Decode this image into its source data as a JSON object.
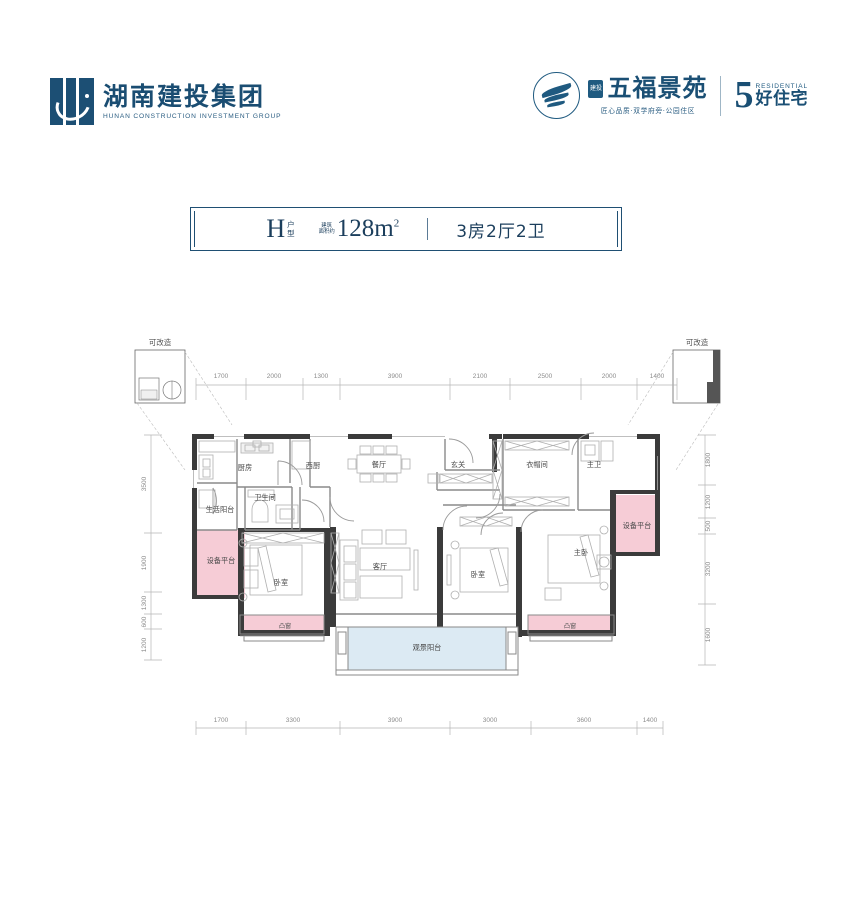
{
  "header": {
    "left_logo": {
      "icon": "hunan-construction-logo-icon",
      "cn_name": "湖南建投集团",
      "en_name": "HUNAN CONSTRUCTION INVESTMENT GROUP"
    },
    "right_logo": {
      "icon": "wufu-jingyuan-wave-icon",
      "badge": "建投",
      "project_name": "五福景苑",
      "tagline": "匠心品质·双学府旁·公园住区",
      "five_number": "5",
      "five_en": "RESIDENTIAL",
      "five_cn": "好住宅"
    },
    "brand_color": "#1a4f74"
  },
  "title": {
    "unit_letter": "H",
    "unit_type_label_1": "户",
    "unit_type_label_2": "型",
    "area_label_1": "建筑",
    "area_label_2": "面积约",
    "area_value": "128m",
    "area_unit_sup": "2",
    "rooms": "3房2厅2卫"
  },
  "callouts": {
    "left": "可改造",
    "right": "可改造"
  },
  "dimensions": {
    "top": [
      "1700",
      "2000",
      "1300",
      "3900",
      "2100",
      "2500",
      "2000",
      "1400"
    ],
    "bottom": [
      "1700",
      "3300",
      "3900",
      "3000",
      "3600",
      "1400"
    ],
    "left": [
      "3500",
      "1900",
      "1300",
      "600",
      "1200"
    ],
    "right": [
      "1800",
      "1200",
      "500",
      "3200",
      "1600"
    ]
  },
  "rooms": [
    {
      "name": "厨房",
      "key": "kitchen"
    },
    {
      "name": "西厨",
      "key": "western-kitchen"
    },
    {
      "name": "卫生间",
      "key": "bathroom"
    },
    {
      "name": "生活阳台",
      "key": "service-balcony"
    },
    {
      "name": "餐厅",
      "key": "dining-room"
    },
    {
      "name": "玄关",
      "key": "entry-foyer"
    },
    {
      "name": "衣帽间",
      "key": "walk-in-closet"
    },
    {
      "name": "主卫",
      "key": "master-bathroom"
    },
    {
      "name": "设备平台",
      "key": "equipment-platform-left"
    },
    {
      "name": "设备平台",
      "key": "equipment-platform-right"
    },
    {
      "name": "卧室",
      "key": "bedroom-left"
    },
    {
      "name": "客厅",
      "key": "living-room"
    },
    {
      "name": "卧室",
      "key": "bedroom-mid"
    },
    {
      "name": "主卧",
      "key": "master-bedroom"
    },
    {
      "name": "凸窗",
      "key": "bay-window-left"
    },
    {
      "name": "凸窗",
      "key": "bay-window-right"
    },
    {
      "name": "观景阳台",
      "key": "scenic-balcony"
    }
  ],
  "colors": {
    "wall": "#3b3b3b",
    "pink": "#f6ccd6",
    "blue": "#dceaf3",
    "dim": "#8c8c8c",
    "thin_wall": "#9a9a9a"
  }
}
